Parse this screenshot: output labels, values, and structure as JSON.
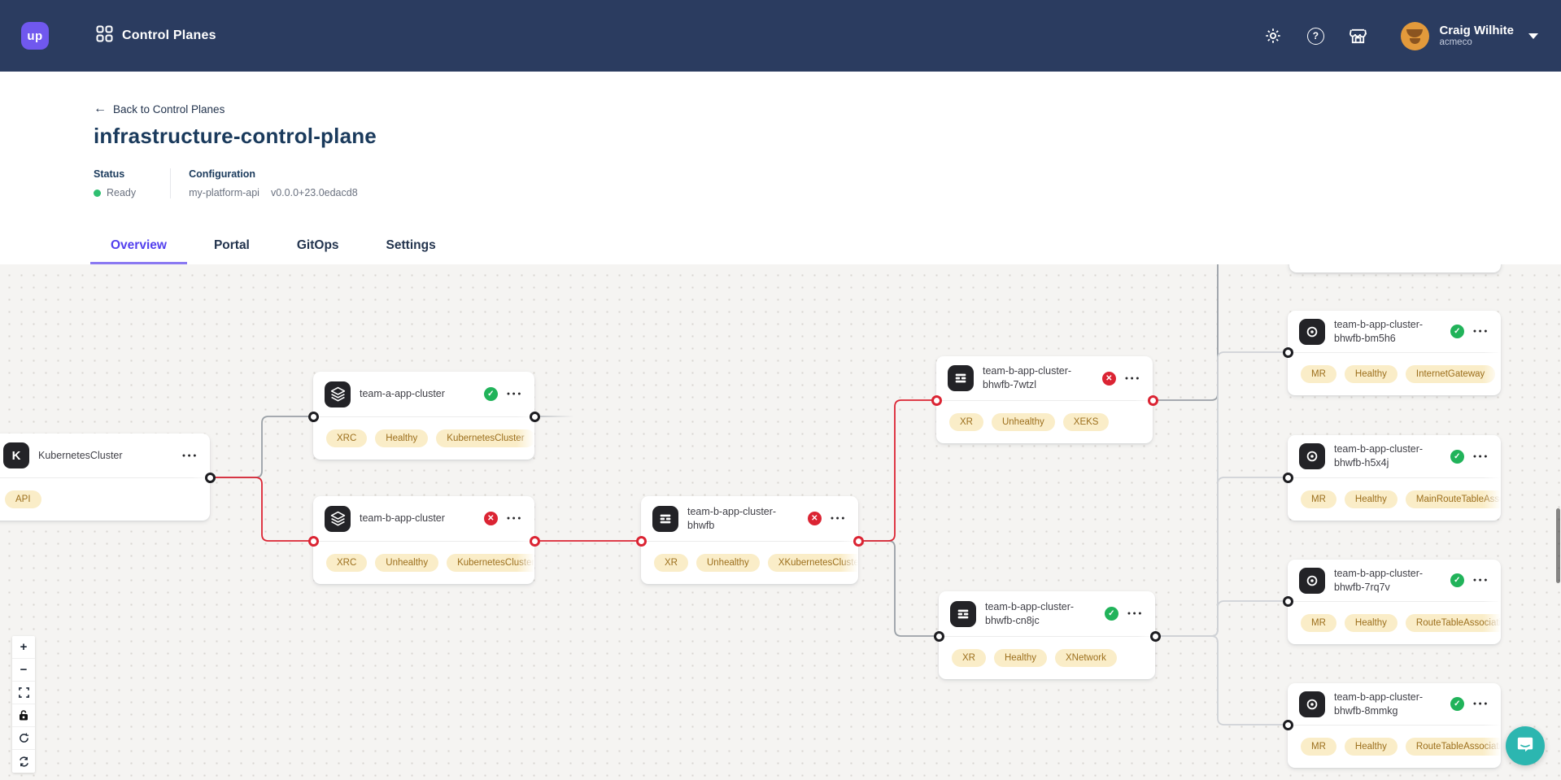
{
  "navbar": {
    "logo_text": "up",
    "title": "Control Planes",
    "user": {
      "name": "Craig Wilhite",
      "org": "acmeco"
    }
  },
  "header": {
    "back_label": "Back to Control Planes",
    "title": "infrastructure-control-plane",
    "status_label": "Status",
    "status_value": "Ready",
    "status_color": "#2fbf71",
    "config_label": "Configuration",
    "config_name": "my-platform-api",
    "config_version": "v0.0.0+23.0edacd8"
  },
  "tabs": [
    {
      "label": "Overview",
      "active": true
    },
    {
      "label": "Portal",
      "active": false
    },
    {
      "label": "GitOps",
      "active": false
    },
    {
      "label": "Settings",
      "active": false
    }
  ],
  "canvas": {
    "nodes": [
      {
        "id": "kc",
        "label": "KubernetesCluster",
        "icon": "kubernetes",
        "status": null,
        "badges": [
          "API"
        ]
      },
      {
        "id": "teamA",
        "label": "team-a-app-cluster",
        "icon": "claim",
        "status": "healthy",
        "badges": [
          "XRC",
          "Healthy",
          "KubernetesCluster"
        ]
      },
      {
        "id": "teamB",
        "label": "team-b-app-cluster",
        "icon": "claim",
        "status": "error",
        "badges": [
          "XRC",
          "Unhealthy",
          "KubernetesCluster"
        ]
      },
      {
        "id": "bhwfb",
        "label": "team-b-app-cluster-bhwfb",
        "icon": "composite",
        "status": "error",
        "badges": [
          "XR",
          "Unhealthy",
          "XKubernetesCluster"
        ]
      },
      {
        "id": "w7wtzl",
        "label": "team-b-app-cluster-bhwfb-7wtzl",
        "icon": "composite",
        "status": "error",
        "badges": [
          "XR",
          "Unhealthy",
          "XEKS"
        ]
      },
      {
        "id": "cn8jc",
        "label": "team-b-app-cluster-bhwfb-cn8jc",
        "icon": "composite",
        "status": "healthy",
        "badges": [
          "XR",
          "Healthy",
          "XNetwork"
        ]
      },
      {
        "id": "bm5h6",
        "label": "team-b-app-cluster-bhwfb-bm5h6",
        "icon": "managed",
        "status": "healthy",
        "badges": [
          "MR",
          "Healthy",
          "InternetGateway"
        ]
      },
      {
        "id": "h5x4j",
        "label": "team-b-app-cluster-bhwfb-h5x4j",
        "icon": "managed",
        "status": "healthy",
        "badges": [
          "MR",
          "Healthy",
          "MainRouteTableAssociation"
        ]
      },
      {
        "id": "r7rq7v",
        "label": "team-b-app-cluster-bhwfb-7rq7v",
        "icon": "managed",
        "status": "healthy",
        "badges": [
          "MR",
          "Healthy",
          "RouteTableAssociation"
        ]
      },
      {
        "id": "m8mmkg",
        "label": "team-b-app-cluster-bhwfb-8mmkg",
        "icon": "managed",
        "status": "healthy",
        "badges": [
          "MR",
          "Healthy",
          "RouteTableAssociation"
        ]
      }
    ],
    "edges": [
      {
        "id": "kc-teamA",
        "from": "kc",
        "to": "teamA",
        "status": "default"
      },
      {
        "id": "teamA-stub",
        "from": "teamA",
        "to": null,
        "status": "fade"
      },
      {
        "id": "bhwfb-cn8jc",
        "from": "bhwfb",
        "to": "cn8jc",
        "status": "default"
      },
      {
        "id": "7wtzl-top",
        "from": "w7wtzl",
        "to": "top",
        "status": "default"
      },
      {
        "id": "cn8jc-bm5h6",
        "from": "cn8jc",
        "to": "bm5h6",
        "status": "subtle"
      },
      {
        "id": "cn8jc-h5x4j",
        "from": "cn8jc",
        "to": "h5x4j",
        "status": "subtle"
      },
      {
        "id": "cn8jc-7rq7v",
        "from": "cn8jc",
        "to": "r7rq7v",
        "status": "subtle"
      },
      {
        "id": "cn8jc-8mmkg",
        "from": "cn8jc",
        "to": "m8mmkg",
        "status": "subtle"
      },
      {
        "id": "kc-teamB",
        "from": "kc",
        "to": "teamB",
        "status": "error"
      },
      {
        "id": "teamB-bhwfb",
        "from": "teamB",
        "to": "bhwfb",
        "status": "error"
      },
      {
        "id": "bhwfb-7wtzl",
        "from": "bhwfb",
        "to": "w7wtzl",
        "status": "error"
      }
    ],
    "edge_colors": {
      "default": "#9aa0a6",
      "subtle": "#cfd2d6",
      "error": "#db2433"
    }
  },
  "controls": [
    "zoom-in",
    "zoom-out",
    "fit-view",
    "lock",
    "rotate",
    "relayout"
  ]
}
